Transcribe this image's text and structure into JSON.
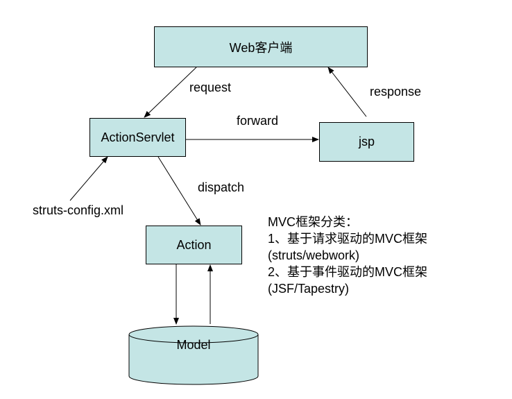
{
  "nodes": {
    "web_client": "Web客户端",
    "action_servlet": "ActionServlet",
    "jsp": "jsp",
    "action": "Action",
    "model": "Model"
  },
  "edges": {
    "request": "request",
    "response": "response",
    "forward": "forward",
    "dispatch": "dispatch",
    "struts_config": "struts-config.xml"
  },
  "notes": {
    "title": "MVC框架分类：",
    "item1": "1、基于请求驱动的MVC框架",
    "item1_examples": "(struts/webwork)",
    "item2": "2、基于事件驱动的MVC框架",
    "item2_examples": "(JSF/Tapestry)"
  },
  "colors": {
    "box_fill": "#c4e5e5",
    "stroke": "#000000"
  }
}
